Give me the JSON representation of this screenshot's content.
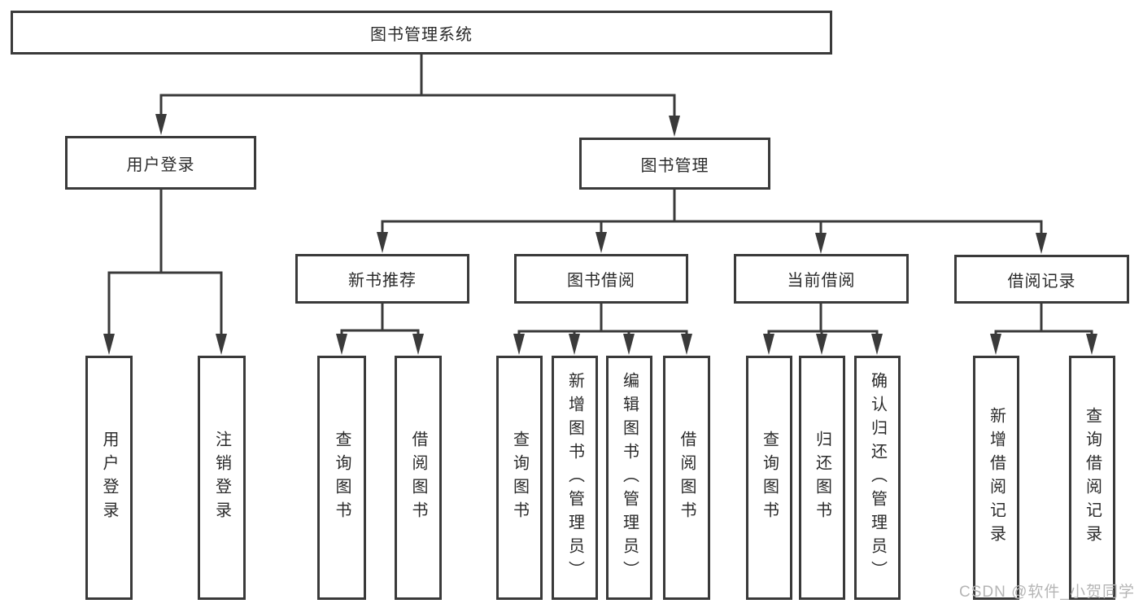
{
  "diagram_type": "hierarchy-tree",
  "tree": {
    "label": "图书管理系统",
    "children": [
      {
        "label": "用户登录",
        "children": [
          {
            "label": "用户登录"
          },
          {
            "label": "注销登录"
          }
        ]
      },
      {
        "label": "图书管理",
        "children": [
          {
            "label": "新书推荐",
            "children": [
              {
                "label": "查询图书"
              },
              {
                "label": "借阅图书"
              }
            ]
          },
          {
            "label": "图书借阅",
            "children": [
              {
                "label": "查询图书"
              },
              {
                "label": "新增图书（管理员）"
              },
              {
                "label": "编辑图书（管理员）"
              },
              {
                "label": "借阅图书"
              }
            ]
          },
          {
            "label": "当前借阅",
            "children": [
              {
                "label": "查询图书"
              },
              {
                "label": "归还图书"
              },
              {
                "label": "确认归还（管理员）"
              }
            ]
          },
          {
            "label": "借阅记录",
            "children": [
              {
                "label": "新增借阅记录"
              },
              {
                "label": "查询借阅记录"
              }
            ]
          }
        ]
      }
    ]
  },
  "watermark": "CSDN @软件_小贺同学",
  "colors": {
    "line": "#3a3a3a",
    "box_border": "#3a3a3a",
    "text": "#2b2b2b",
    "watermark": "#b5b5b5",
    "background": "#ffffff"
  }
}
